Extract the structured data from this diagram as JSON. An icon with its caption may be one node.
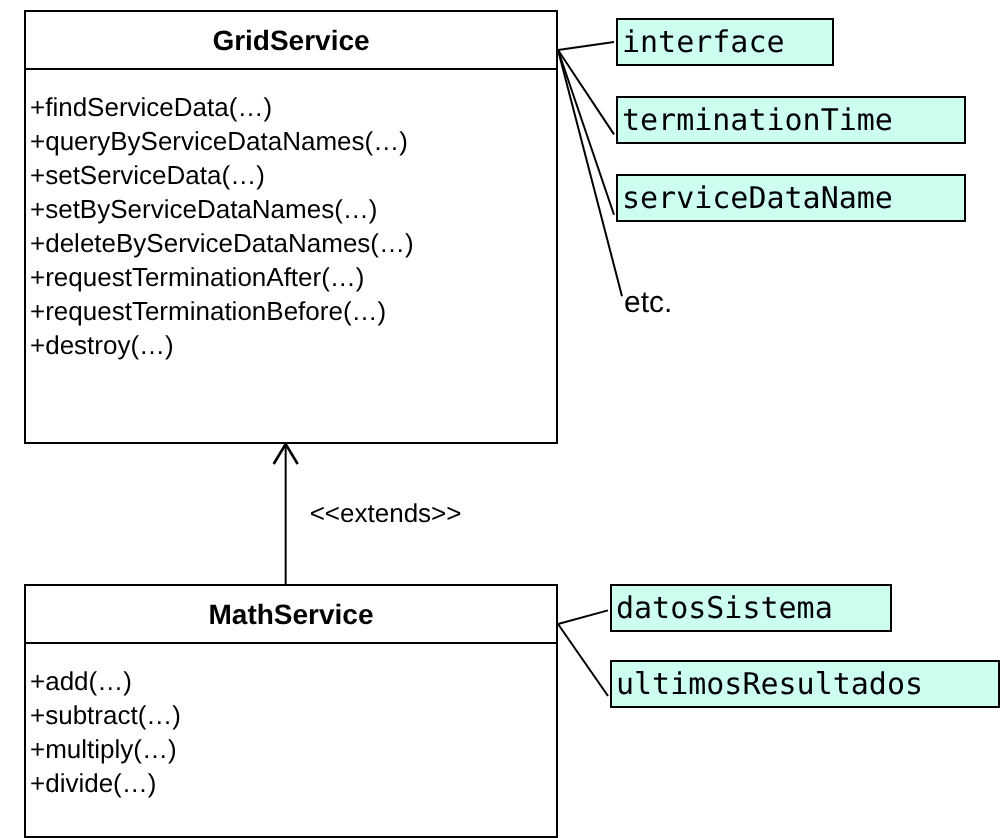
{
  "diagram": {
    "nodes": [
      {
        "text": [
          "GridService",
          "+findServiceData(…)",
          "+queryByServiceDataNames(…)",
          "+setServiceData(…)",
          "+setByServiceDataNames(…)",
          "+deleteByServiceDataNames(…)",
          "+requestTerminationAfter(…)",
          "+requestTerminationBefore(…)",
          "+destroy(…)"
        ]
      },
      {
        "text": [
          "interface"
        ]
      },
      {
        "text": [
          "terminationTime"
        ]
      },
      {
        "text": [
          "serviceDataName"
        ]
      },
      {
        "text": [
          "etc."
        ]
      },
      {
        "text": [
          "MathService",
          "+add(…)",
          "+subtract(…)",
          "+multiply(…)",
          "+divide(…)"
        ]
      },
      {
        "text": [
          "datosSistema"
        ]
      },
      {
        "text": [
          "ultimosResultados"
        ]
      }
    ],
    "edges": [
      {
        "from": 0,
        "to": 1,
        "arrow": "none"
      },
      {
        "from": 0,
        "to": 2,
        "arrow": "none"
      },
      {
        "from": 0,
        "to": 3,
        "arrow": "none"
      },
      {
        "from": 0,
        "to": 4,
        "arrow": "none"
      },
      {
        "from": 5,
        "to": 0,
        "arrow": "to",
        "label": "<<extends>>"
      },
      {
        "from": 5,
        "to": 6,
        "arrow": "none"
      },
      {
        "from": 5,
        "to": 7,
        "arrow": "none"
      }
    ]
  }
}
